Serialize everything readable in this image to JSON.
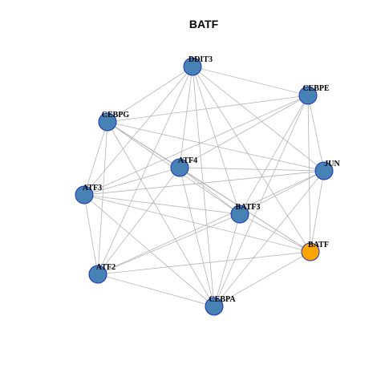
{
  "title": "BATF",
  "colors": {
    "node_default": "#4682b4",
    "node_highlight": "#ffa500",
    "node_border": "#1f2fbf",
    "edge": "#b4b4b4",
    "background": "#ffffff"
  },
  "nodes": [
    {
      "id": "DDIT3",
      "label": "DDIT3",
      "highlight": false
    },
    {
      "id": "CEBPE",
      "label": "CEBPE",
      "highlight": false
    },
    {
      "id": "CEBPG",
      "label": "CEBPG",
      "highlight": false
    },
    {
      "id": "ATF4",
      "label": "ATF4",
      "highlight": false
    },
    {
      "id": "JUN",
      "label": "JUN",
      "highlight": false
    },
    {
      "id": "ATF3",
      "label": "ATF3",
      "highlight": false
    },
    {
      "id": "BATF3",
      "label": "BATF3",
      "highlight": false
    },
    {
      "id": "BATF",
      "label": "BATF",
      "highlight": true
    },
    {
      "id": "ATF2",
      "label": "ATF2",
      "highlight": false
    },
    {
      "id": "CEBPA",
      "label": "CEBPA",
      "highlight": false
    }
  ],
  "edges": [
    [
      "DDIT3",
      "CEBPE"
    ],
    [
      "DDIT3",
      "CEBPG"
    ],
    [
      "DDIT3",
      "ATF4"
    ],
    [
      "DDIT3",
      "JUN"
    ],
    [
      "DDIT3",
      "ATF3"
    ],
    [
      "DDIT3",
      "BATF3"
    ],
    [
      "DDIT3",
      "BATF"
    ],
    [
      "DDIT3",
      "ATF2"
    ],
    [
      "DDIT3",
      "CEBPA"
    ],
    [
      "CEBPE",
      "CEBPG"
    ],
    [
      "CEBPE",
      "ATF4"
    ],
    [
      "CEBPE",
      "JUN"
    ],
    [
      "CEBPE",
      "ATF3"
    ],
    [
      "CEBPE",
      "BATF3"
    ],
    [
      "CEBPE",
      "BATF"
    ],
    [
      "CEBPE",
      "CEBPA"
    ],
    [
      "CEBPG",
      "ATF4"
    ],
    [
      "CEBPG",
      "JUN"
    ],
    [
      "CEBPG",
      "ATF3"
    ],
    [
      "CEBPG",
      "BATF3"
    ],
    [
      "CEBPG",
      "BATF"
    ],
    [
      "CEBPG",
      "ATF2"
    ],
    [
      "CEBPG",
      "CEBPA"
    ],
    [
      "ATF4",
      "JUN"
    ],
    [
      "ATF4",
      "ATF3"
    ],
    [
      "ATF4",
      "BATF3"
    ],
    [
      "ATF4",
      "BATF"
    ],
    [
      "ATF4",
      "ATF2"
    ],
    [
      "ATF4",
      "CEBPA"
    ],
    [
      "JUN",
      "ATF3"
    ],
    [
      "JUN",
      "BATF3"
    ],
    [
      "JUN",
      "BATF"
    ],
    [
      "JUN",
      "ATF2"
    ],
    [
      "JUN",
      "CEBPA"
    ],
    [
      "ATF3",
      "BATF3"
    ],
    [
      "ATF3",
      "BATF"
    ],
    [
      "ATF3",
      "ATF2"
    ],
    [
      "ATF3",
      "CEBPA"
    ],
    [
      "BATF3",
      "BATF"
    ],
    [
      "BATF3",
      "ATF2"
    ],
    [
      "BATF3",
      "CEBPA"
    ],
    [
      "BATF",
      "ATF2"
    ],
    [
      "BATF",
      "CEBPA"
    ],
    [
      "ATF2",
      "CEBPA"
    ]
  ]
}
